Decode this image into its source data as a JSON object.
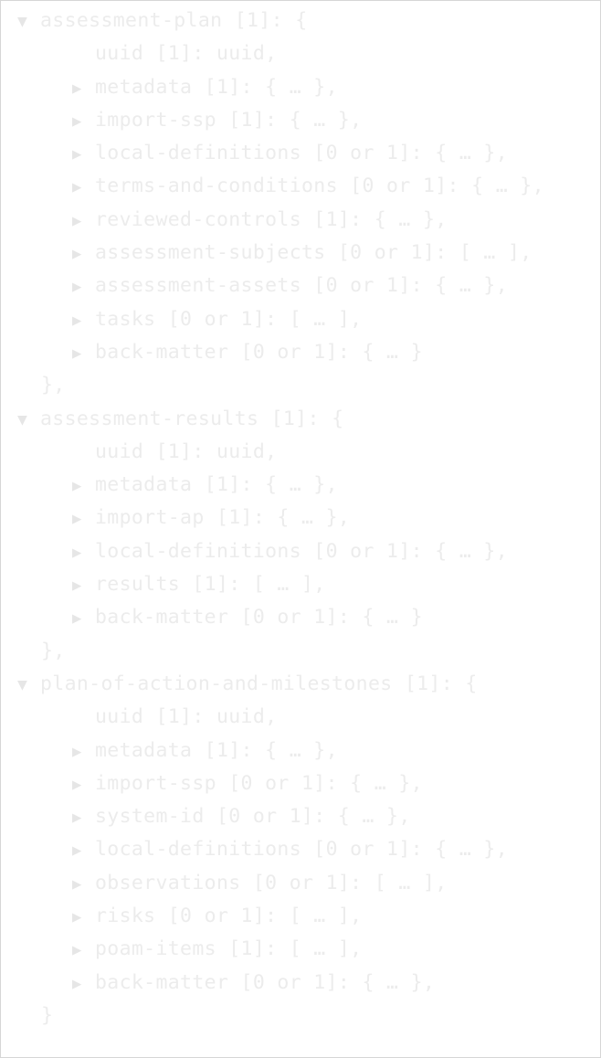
{
  "tree": [
    {
      "name": "assessment-plan",
      "card": "[1]",
      "open": "{",
      "close": "},",
      "uuid": "uuid [1]: uuid,",
      "children": [
        "metadata [1]: { … },",
        "import-ssp [1]: { … },",
        "local-definitions [0 or 1]: { … },",
        "terms-and-conditions [0 or 1]: { … },",
        "reviewed-controls [1]: { … },",
        "assessment-subjects [0 or 1]: [ … ],",
        "assessment-assets [0 or 1]: { … },",
        "tasks [0 or 1]: [ … ],",
        "back-matter [0 or 1]: { … }"
      ]
    },
    {
      "name": "assessment-results",
      "card": "[1]",
      "open": "{",
      "close": "},",
      "uuid": "uuid [1]: uuid,",
      "children": [
        "metadata [1]: { … },",
        "import-ap [1]: { … },",
        "local-definitions [0 or 1]: { … },",
        "results [1]: [ … ],",
        "back-matter [0 or 1]: { … }"
      ]
    },
    {
      "name": "plan-of-action-and-milestones",
      "card": "[1]",
      "open": "{",
      "close": "}",
      "uuid": "uuid [1]: uuid,",
      "children": [
        "metadata [1]: { … },",
        "import-ssp [0 or 1]: { … },",
        "system-id [0 or 1]: { … },",
        "local-definitions [0 or 1]: { … },",
        "observations [0 or 1]: [ … ],",
        "risks [0 or 1]: [ … ],",
        "poam-items [1]: [ … ],",
        "back-matter [0 or 1]: { … },"
      ]
    }
  ],
  "icons": {
    "expanded": "triangle-down-icon",
    "collapsed": "triangle-right-icon"
  },
  "glyphs": {
    "expanded": "▼",
    "collapsed": "▶"
  }
}
